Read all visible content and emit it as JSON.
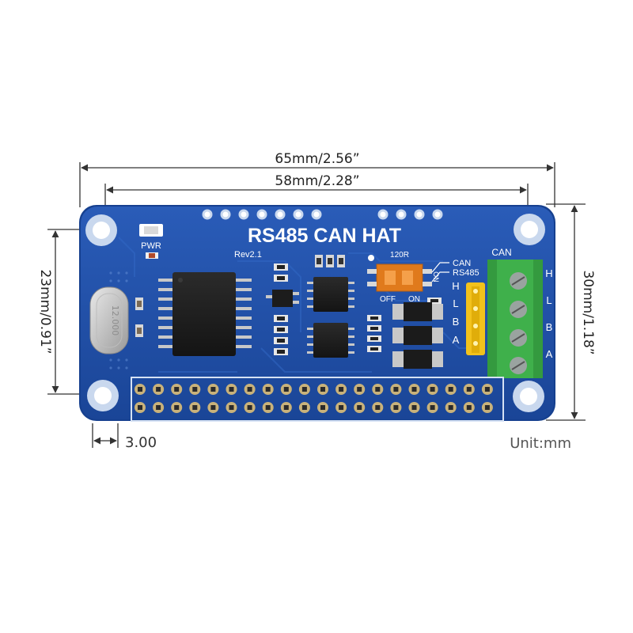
{
  "dimensions": {
    "total_width": "65mm/2.56”",
    "hole_spacing_width": "58mm/2.28”",
    "hole_spacing_height": "23mm/0.91”",
    "total_height": "30mm/1.18”",
    "edge_offset": "3.00",
    "unit": "Unit:mm"
  },
  "board": {
    "title": "RS485 CAN HAT",
    "revision": "Rev2.1",
    "pwr_label": "PWR",
    "crystal_marking": "12.000",
    "switch_label": "120R",
    "switch_off": "OFF",
    "switch_on": "ON",
    "switch_mark": "ON",
    "mode_labels": [
      "CAN",
      "RS485"
    ],
    "terminal_title": "CAN",
    "header_pin_labels": [
      "H",
      "L",
      "B",
      "A"
    ],
    "terminal_pin_labels": [
      "H",
      "L",
      "B",
      "A"
    ]
  },
  "colors": {
    "pcb": "#1d4fa6",
    "pcb_edge": "#163f8c",
    "terminal": "#3fb04b",
    "pin_header": "#f2c21c",
    "dimension_line": "#333333"
  }
}
